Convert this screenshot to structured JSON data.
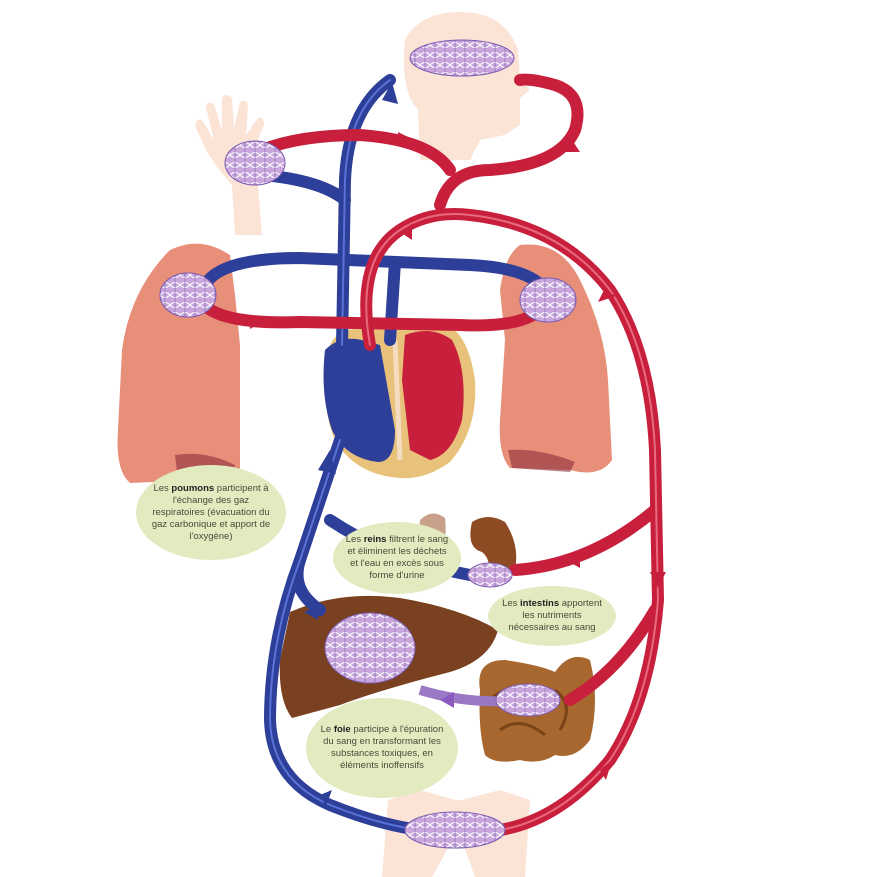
{
  "colors": {
    "arterial": "#c8203c",
    "venous": "#2d3f98",
    "capillary": "#9a78c4",
    "skin": "#fbe3d6",
    "lung": "#e88f7a",
    "liver": "#7a4120",
    "intestine": "#a8672e",
    "kidney": "#8e4a22",
    "callout": "#e2ebbf"
  },
  "callouts": {
    "lungs": {
      "prefix": "Les ",
      "keyword": "poumons",
      "suffix": " participent à l'échange des gaz respiratoires (évacuation du gaz carbonique et apport de l'oxygène)"
    },
    "kidneys": {
      "prefix": "Les ",
      "keyword": "reins",
      "suffix": " filtrent le sang et éliminent les déchets et l'eau en excès sous forme d'urine"
    },
    "intestines": {
      "prefix": "Les ",
      "keyword": "intestins",
      "suffix": " apportent les nutriments nécessaires au sang"
    },
    "liver": {
      "prefix": "Le ",
      "keyword": "foie",
      "suffix": " participe à l'épuration du sang en transformant les substances toxiques, en éléments inoffensifs"
    }
  }
}
